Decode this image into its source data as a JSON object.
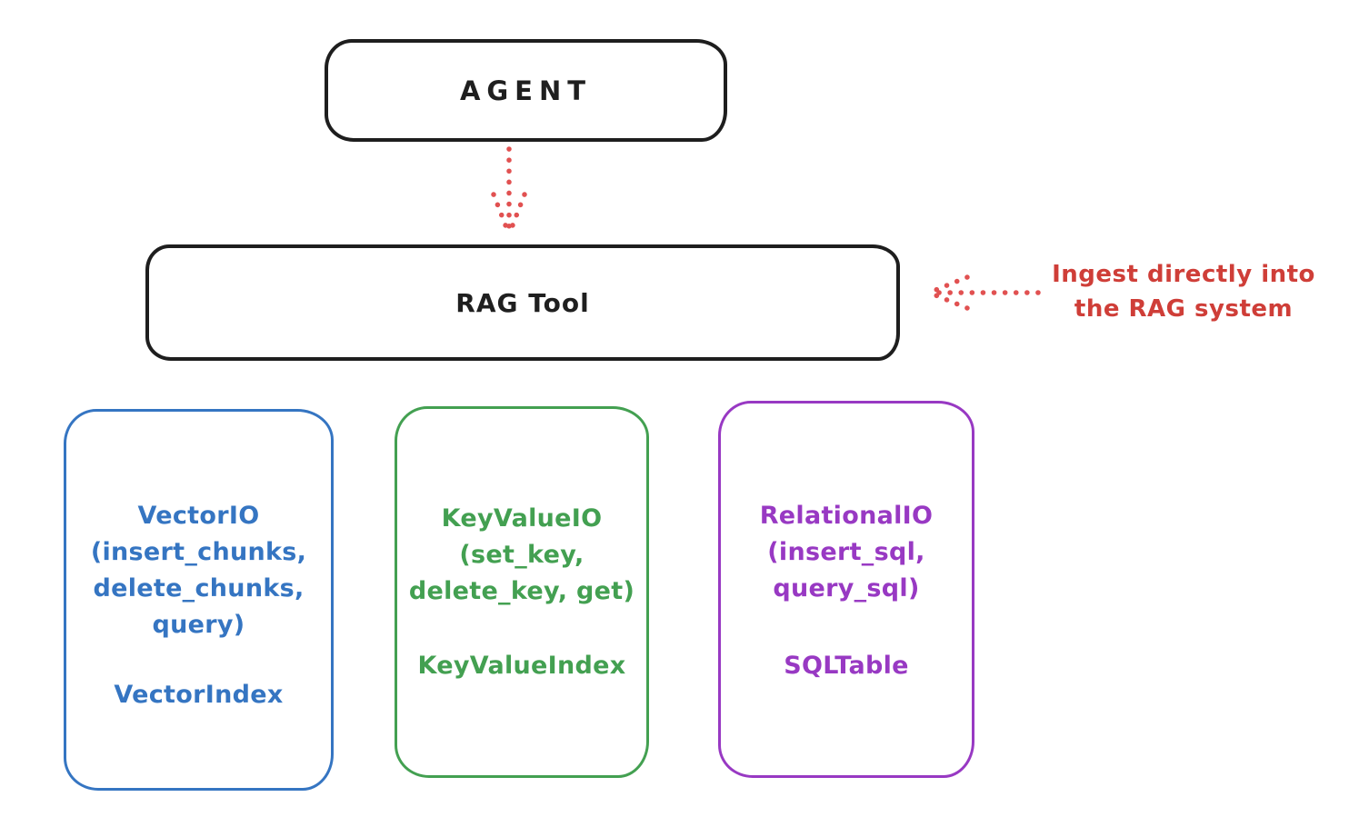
{
  "colors": {
    "stroke_black": "#1e1e1e",
    "arrow_red": "#e15151",
    "annotation_red": "#cf3e38",
    "vector_blue": "#3575c2",
    "keyvalue_green": "#43a051",
    "relational_purple": "#9839c3"
  },
  "nodes": {
    "agent": {
      "label": "AGENT"
    },
    "rag_tool": {
      "label": "RAG Tool"
    }
  },
  "annotation": {
    "line1": "Ingest directly into",
    "line2": "the RAG system"
  },
  "io_boxes": [
    {
      "name": "vector-io",
      "lines": [
        "VectorIO",
        "(insert_chunks,",
        "delete_chunks,",
        "query)"
      ],
      "index_label": "VectorIndex"
    },
    {
      "name": "keyvalue-io",
      "lines": [
        "KeyValueIO",
        "(set_key,",
        "delete_key, get)"
      ],
      "index_label": "KeyValueIndex"
    },
    {
      "name": "relational-io",
      "lines": [
        "RelationalIO",
        "(insert_sql,",
        "query_sql)"
      ],
      "index_label": "SQLTable"
    }
  ]
}
